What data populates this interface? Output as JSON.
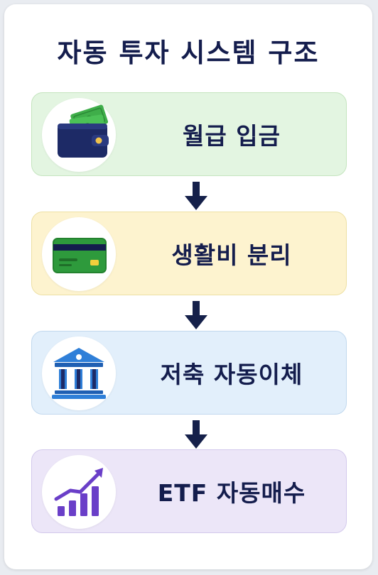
{
  "title": "자동 투자 시스템 구조",
  "steps": [
    {
      "label": "월급 입금",
      "icon": "wallet-cash-icon"
    },
    {
      "label": "생활비 분리",
      "icon": "credit-card-icon"
    },
    {
      "label": "저축 자동이체",
      "icon": "bank-icon"
    },
    {
      "label": "ETF 자동매수",
      "icon": "growth-chart-icon"
    }
  ],
  "colors": {
    "title": "#141d4d",
    "arrow": "#15204a",
    "step1_bg": "#e3f5e1",
    "step2_bg": "#fdf3cf",
    "step3_bg": "#e2effb",
    "step4_bg": "#ece6f8"
  }
}
